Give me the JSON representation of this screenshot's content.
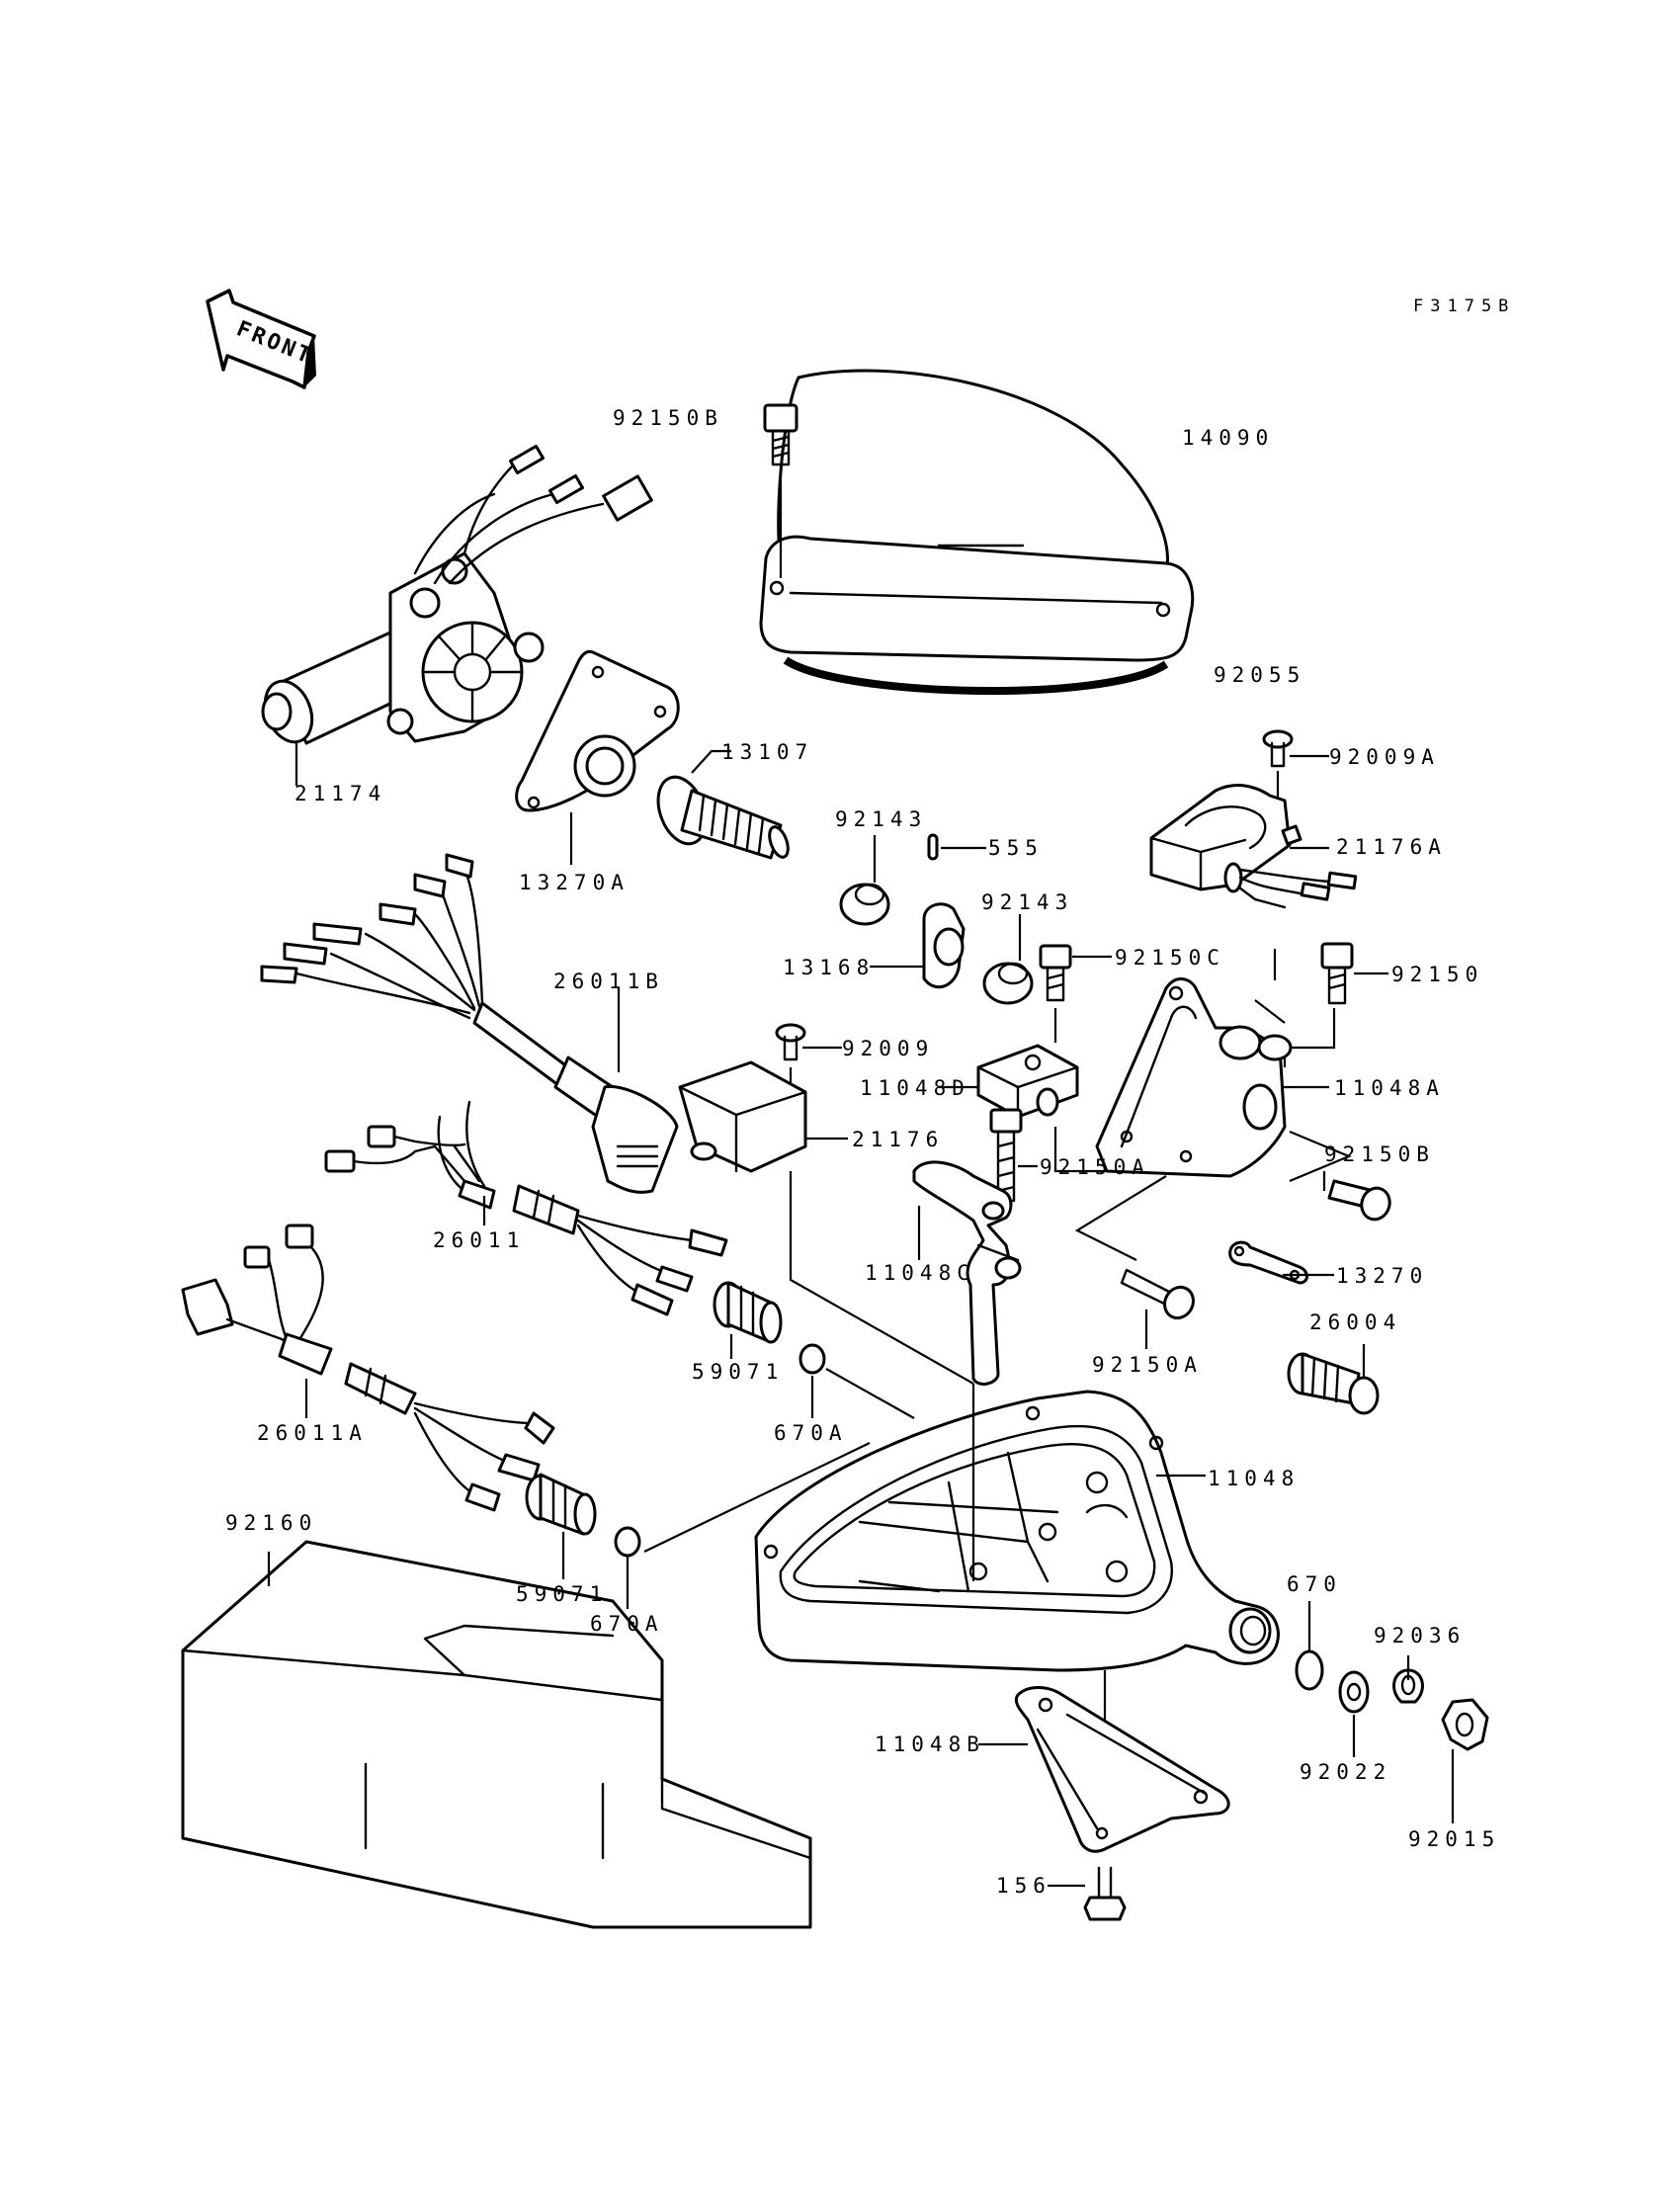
{
  "figure_code": "F3175B",
  "direction_label": "FRONT",
  "part_numbers": {
    "p92150B_top": "92150B",
    "p14090": "14090",
    "p92055": "92055",
    "p21174": "21174",
    "p13107": "13107",
    "p13270A": "13270A",
    "p92009A": "92009A",
    "p21176A": "21176A",
    "p92143_a": "92143",
    "p555": "555",
    "p92143_b": "92143",
    "p13168": "13168",
    "p92150C": "92150C",
    "p92150": "92150",
    "p26011B": "26011B",
    "p92009": "92009",
    "p11048D": "11048D",
    "p11048A": "11048A",
    "p21176": "21176",
    "p92150A_a": "92150A",
    "p92150B_b": "92150B",
    "p26011": "26011",
    "p11048C": "11048C",
    "p13270": "13270",
    "p92150A_b": "92150A",
    "p26004": "26004",
    "p59071_a": "59071",
    "p670A_a": "670A",
    "p26011A": "26011A",
    "p11048": "11048",
    "p92160": "92160",
    "p59071_b": "59071",
    "p670A_b": "670A",
    "p670": "670",
    "p92036": "92036",
    "p11048B": "11048B",
    "p92022": "92022",
    "p92015": "92015",
    "p156": "156"
  }
}
